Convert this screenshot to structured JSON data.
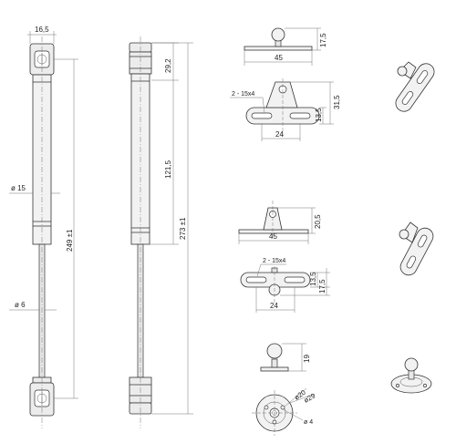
{
  "labels": {
    "strut_width": "16,5",
    "body_diameter": "ø 15",
    "rod_diameter": "ø 6",
    "length_short": "249 ±1",
    "end_fitting": "29,2",
    "stroke": "121,5",
    "length_long": "273 ±1",
    "ball_stud_height": "17,5",
    "ball_stud_width": "45",
    "bracket_slots_a": "2 - 15x4",
    "bracket_height_a": "31,5",
    "bracket_small_a": "13,5",
    "bracket_span_a": "24",
    "angle_height": "20,5",
    "angle_width": "45",
    "bracket_slots_b": "2 - 15x4",
    "bracket_small_b": "13,5",
    "bracket_height_b": "17,5",
    "bracket_span_b": "24",
    "round_height": "19",
    "round_d_outer": "ø29",
    "round_d_inner": "ø20",
    "round_hole": "ø 4"
  }
}
